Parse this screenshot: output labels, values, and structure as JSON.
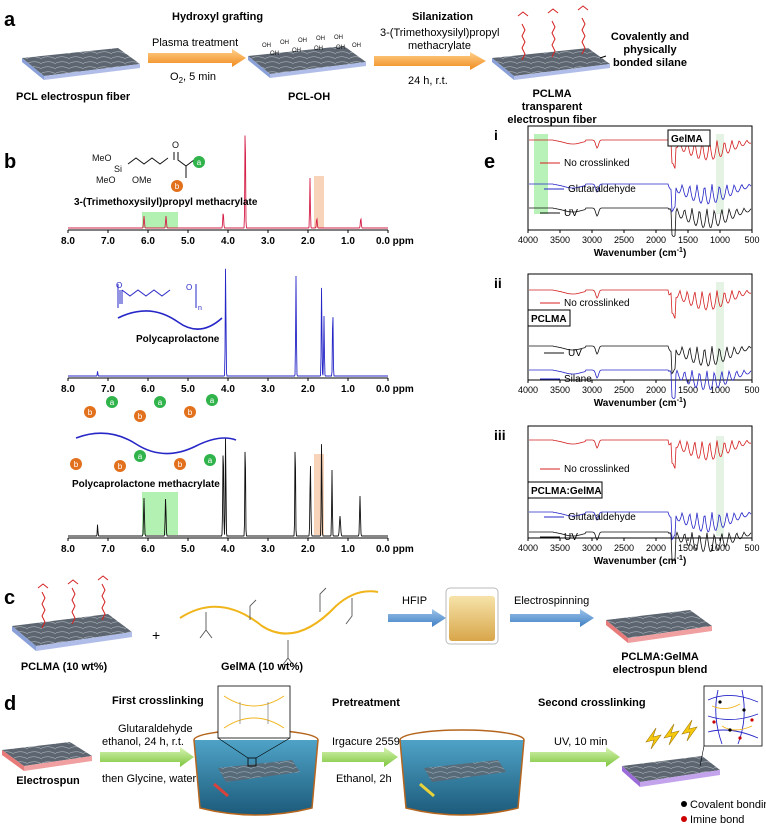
{
  "panels": {
    "a": "a",
    "b": "b",
    "c": "c",
    "d": "d",
    "e": "e"
  },
  "a": {
    "step1_title": "Hydroxyl grafting",
    "step1_top": "Plasma treatment",
    "step1_bottom": "O",
    "step1_bottom_sub": "2",
    "step1_bottom_rest": ", 5 min",
    "label_pcl": "PCL electrospun fiber",
    "label_pcloh": "PCL-OH",
    "step2_title": "Silanization",
    "step2_top1": "3-(Trimethoxysilyl)propyl",
    "step2_top2": "methacrylate",
    "step2_bottom": "24 h, r.t.",
    "label_pclma1": "PCLMA",
    "label_pclma2": "transparent",
    "label_pclma3": "electrospun fiber",
    "note1": "Covalently and",
    "note2": "physically",
    "note3": "bonded silane",
    "oh": "OH"
  },
  "b": {
    "spectra": [
      {
        "caption": "3-(Trimethoxysilyl)propyl  methacrylate",
        "color": "#d6204a"
      },
      {
        "caption": "Polycaprolactone",
        "color": "#2727c8"
      },
      {
        "caption": "Polycaprolactone methacrylate",
        "color": "#111111"
      }
    ],
    "ticks": [
      "8.0",
      "7.0",
      "6.0",
      "5.0",
      "4.0",
      "3.0",
      "2.0",
      "1.0",
      "0.0 ppm"
    ],
    "chem_meo1": "MeO",
    "chem_si": "Si",
    "chem_meo2": "MeO",
    "chem_ome": "OMe",
    "chem_o": "O",
    "marker_a": "a",
    "marker_b": "b",
    "n": "n"
  },
  "e": {
    "sub": [
      "i",
      "ii",
      "iii"
    ],
    "ticks": [
      "4000",
      "3500",
      "3000",
      "2500",
      "2000",
      "1500",
      "1000",
      "500"
    ],
    "xlabel": "Wavenumber (cm",
    "xlabel_sup": "-1",
    "xlabel_end": ")",
    "i": {
      "box": "GelMA",
      "legend": [
        "No crosslinked",
        "Glutaraldehyde",
        "UV"
      ]
    },
    "ii": {
      "box": "PCLMA",
      "legend": [
        "No crosslinked",
        "UV",
        "Silane"
      ]
    },
    "iii": {
      "box": "PCLMA:GelMA",
      "legend": [
        "No crosslinked",
        "Glutaraldehyde",
        "UV"
      ]
    }
  },
  "c": {
    "plus": "+",
    "label_pclma": "PCLMA (10 wt%)",
    "label_gelma": "GelMA (10 wt%)",
    "hfip": "HFIP",
    "electro": "Electrospinning",
    "result1": "PCLMA:GelMA",
    "result2": "electrospun blend"
  },
  "d": {
    "label_electro": "Electrospun",
    "step1_title": "First crosslinking",
    "step1_a": "Glutaraldehyde",
    "step1_b": "ethanol, 24 h, r.t.",
    "step1_c": "then Glycine, water",
    "step2_title": "Pretreatment",
    "step2_a": "Irgacure 2559",
    "step2_b": "Ethanol, 2h",
    "step3_title": "Second crosslinking",
    "step3_a": "UV, 10 min",
    "legend1": "Covalent bonding",
    "legend2": "Imine bond"
  },
  "colors": {
    "arrow_orange": "#f29b2e",
    "arrow_green": "#8fd14f",
    "arrow_blue": "#5b9bd5",
    "highlight_green": "#7ee87e",
    "highlight_orange": "#f0b58a"
  }
}
